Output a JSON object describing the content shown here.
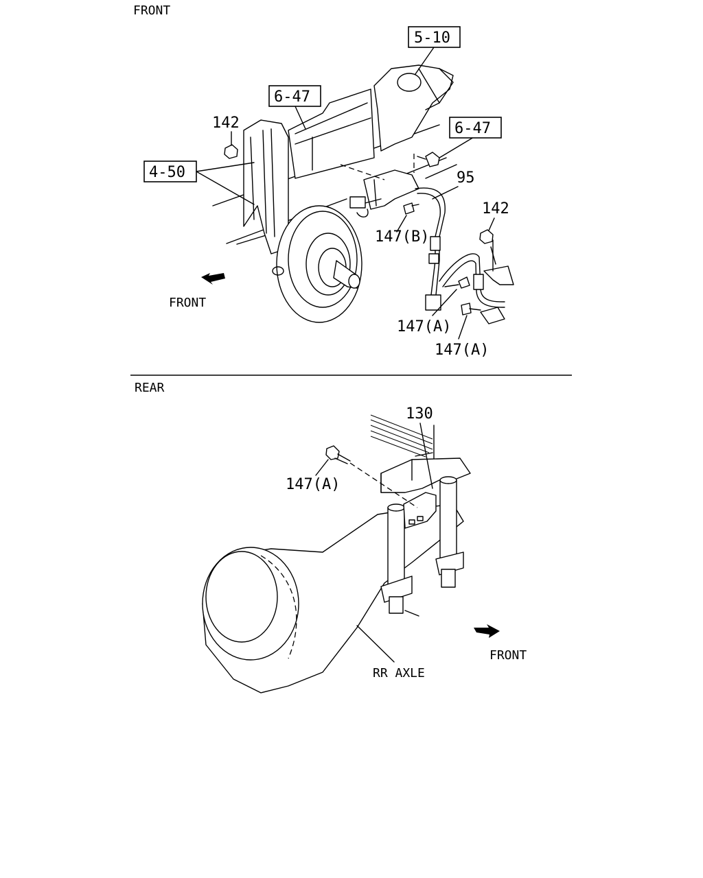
{
  "sections": {
    "front_title": "FRONT",
    "rear_title": "REAR"
  },
  "front": {
    "refs": {
      "ref_5_10": "5-10",
      "ref_6_47_a": "6-47",
      "ref_6_47_b": "6-47",
      "ref_4_50": "4-50"
    },
    "parts": {
      "p142_left": "142",
      "p142_right": "142",
      "p95": "95",
      "p147b": "147(B)",
      "p147a_1": "147(A)",
      "p147a_2": "147(A)"
    },
    "direction": "FRONT"
  },
  "rear": {
    "parts": {
      "p130": "130",
      "p147a": "147(A)"
    },
    "axle_label": "RR AXLE",
    "direction": "FRONT"
  }
}
